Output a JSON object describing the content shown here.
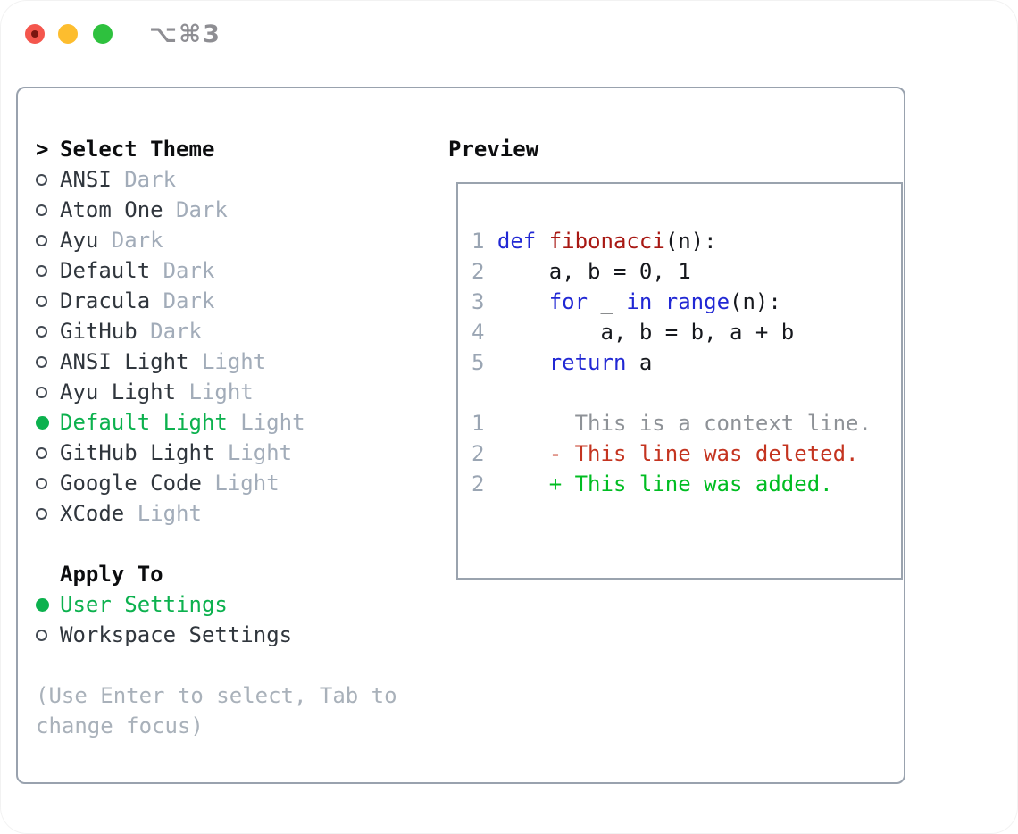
{
  "window": {
    "title_shortcut": "⌥⌘3",
    "traffic_lights": [
      "close",
      "minimize",
      "zoom"
    ]
  },
  "colors": {
    "selection_green": "#0cb14e",
    "added_green": "#00bd22",
    "deleted_red": "#c43420",
    "keyword_blue": "#2128d4",
    "function_red": "#a81813",
    "muted_gray": "#a2acb9",
    "panel_border": "#99a2ae"
  },
  "theme_panel": {
    "select_heading": {
      "prompt": ">",
      "label": "Select Theme"
    },
    "themes": [
      {
        "name": "ANSI",
        "tag": "Dark",
        "selected": false
      },
      {
        "name": "Atom One",
        "tag": "Dark",
        "selected": false
      },
      {
        "name": "Ayu",
        "tag": "Dark",
        "selected": false
      },
      {
        "name": "Default",
        "tag": "Dark",
        "selected": false
      },
      {
        "name": "Dracula",
        "tag": "Dark",
        "selected": false
      },
      {
        "name": "GitHub",
        "tag": "Dark",
        "selected": false
      },
      {
        "name": "ANSI Light",
        "tag": "Light",
        "selected": false
      },
      {
        "name": "Ayu Light",
        "tag": "Light",
        "selected": false
      },
      {
        "name": "Default Light",
        "tag": "Light",
        "selected": true
      },
      {
        "name": "GitHub Light",
        "tag": "Light",
        "selected": false
      },
      {
        "name": "Google Code",
        "tag": "Light",
        "selected": false
      },
      {
        "name": "XCode",
        "tag": "Light",
        "selected": false
      }
    ],
    "apply_to": {
      "heading": "Apply To",
      "options": [
        {
          "name": "User Settings",
          "selected": true
        },
        {
          "name": "Workspace Settings",
          "selected": false
        }
      ]
    },
    "hint_lines": [
      "(Use Enter to select, Tab to",
      "change focus)"
    ]
  },
  "preview": {
    "heading": "Preview",
    "code_lines": [
      {
        "segments": [
          {
            "text": "1 ",
            "style": "num"
          },
          {
            "text": "def",
            "style": "kw"
          },
          {
            "text": " ",
            "style": "pl"
          },
          {
            "text": "fibonacci",
            "style": "fn"
          },
          {
            "text": "(n):",
            "style": "pl"
          }
        ]
      },
      {
        "segments": [
          {
            "text": "2 ",
            "style": "num"
          },
          {
            "text": "    a, b = 0, 1",
            "style": "pl"
          }
        ]
      },
      {
        "segments": [
          {
            "text": "3 ",
            "style": "num"
          },
          {
            "text": "    ",
            "style": "pl"
          },
          {
            "text": "for",
            "style": "kw"
          },
          {
            "text": " _ ",
            "style": "pl"
          },
          {
            "text": "in",
            "style": "kw"
          },
          {
            "text": " ",
            "style": "pl"
          },
          {
            "text": "range",
            "style": "kw"
          },
          {
            "text": "(n):",
            "style": "pl"
          }
        ]
      },
      {
        "segments": [
          {
            "text": "4 ",
            "style": "num"
          },
          {
            "text": "        a, b = b, a + b",
            "style": "pl"
          }
        ]
      },
      {
        "segments": [
          {
            "text": "5 ",
            "style": "num"
          },
          {
            "text": "    ",
            "style": "pl"
          },
          {
            "text": "return",
            "style": "kw"
          },
          {
            "text": " a",
            "style": "pl"
          }
        ]
      },
      {
        "segments": [
          {
            "text": " ",
            "style": "pl"
          }
        ]
      },
      {
        "segments": [
          {
            "text": "1 ",
            "style": "num"
          },
          {
            "text": "      This is a context line.",
            "style": "ctx"
          }
        ]
      },
      {
        "segments": [
          {
            "text": "2 ",
            "style": "num"
          },
          {
            "text": "    - This line was deleted.",
            "style": "del"
          }
        ]
      },
      {
        "segments": [
          {
            "text": "2 ",
            "style": "num"
          },
          {
            "text": "    + This line was added.",
            "style": "add"
          }
        ]
      }
    ]
  }
}
